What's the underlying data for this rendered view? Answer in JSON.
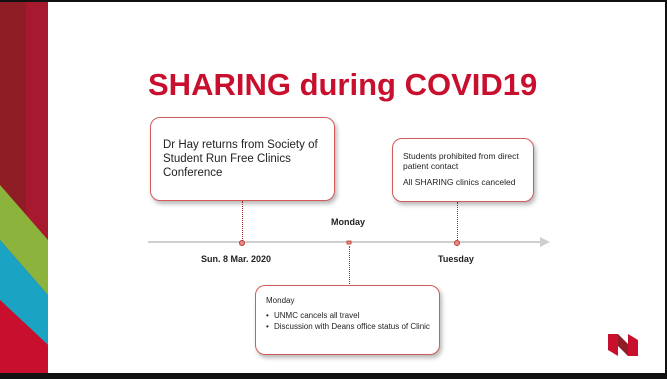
{
  "slide": {
    "title": "SHARING during COVID19",
    "colors": {
      "accent": "#c8102e",
      "green": "#8cb43c",
      "teal": "#1aa3c2",
      "dark_red": "#8f1d25"
    }
  },
  "events": [
    {
      "date_label": "Sun. 8 Mar. 2020",
      "text": "Dr Hay returns from Society of Student Run Free Clinics Conference"
    },
    {
      "date_label": "Monday",
      "heading": "Monday",
      "items": [
        "UNMC cancels all travel",
        "Discussion with Deans office status of Clinic"
      ]
    },
    {
      "date_label": "Tuesday",
      "lines": [
        "Students prohibited from direct patient contact",
        "All SHARING clinics canceled"
      ]
    }
  ],
  "icons": {
    "logo": "unmc-n-logo-icon"
  }
}
